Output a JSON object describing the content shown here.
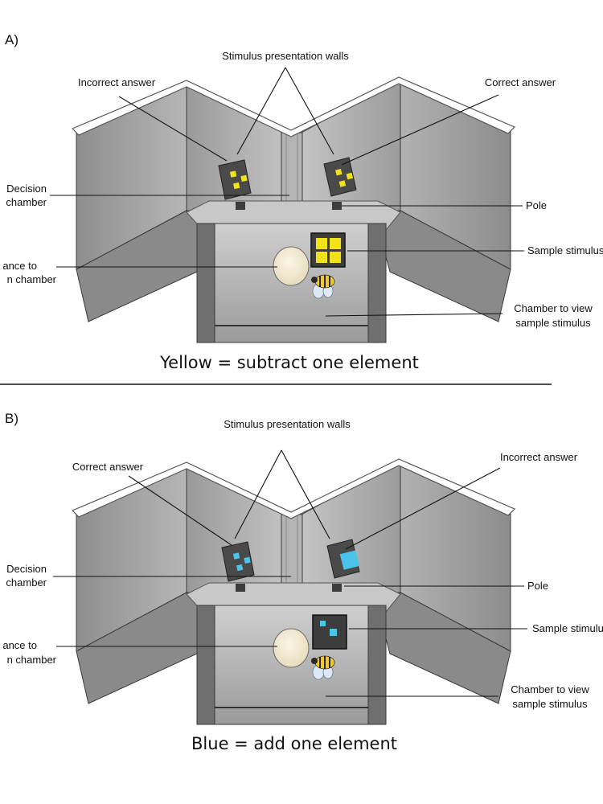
{
  "panels": [
    {
      "letter": "A)",
      "labels": {
        "walls": "Stimulus presentation walls",
        "left_answer": "Incorrect answer",
        "right_answer": "Correct answer",
        "decision_line1": "Decision",
        "decision_line2": "chamber",
        "pole": "Pole",
        "sample": "Sample stimulus",
        "entrance_line1": "ance to",
        "entrance_line2": "n chamber",
        "view_line1": "Chamber to view",
        "view_line2": "sample stimulus"
      },
      "caption": "Yellow = subtract one element",
      "stimulus_color": "#f2e21a",
      "left_elements": 3,
      "right_elements": 3,
      "sample_elements": 4
    },
    {
      "letter": "B)",
      "labels": {
        "walls": "Stimulus presentation walls",
        "left_answer": "Correct answer",
        "right_answer": "Incorrect answer",
        "decision_line1": "Decision",
        "decision_line2": "chamber",
        "pole": "Pole",
        "sample": "Sample stimulus",
        "entrance_line1": "ance to",
        "entrance_line2": "n chamber",
        "view_line1": "Chamber to view",
        "view_line2": "sample stimulus"
      },
      "caption": "Blue = add one element",
      "stimulus_color": "#4cc4ea",
      "left_elements": 3,
      "right_elements": 1,
      "sample_elements": 2
    }
  ]
}
